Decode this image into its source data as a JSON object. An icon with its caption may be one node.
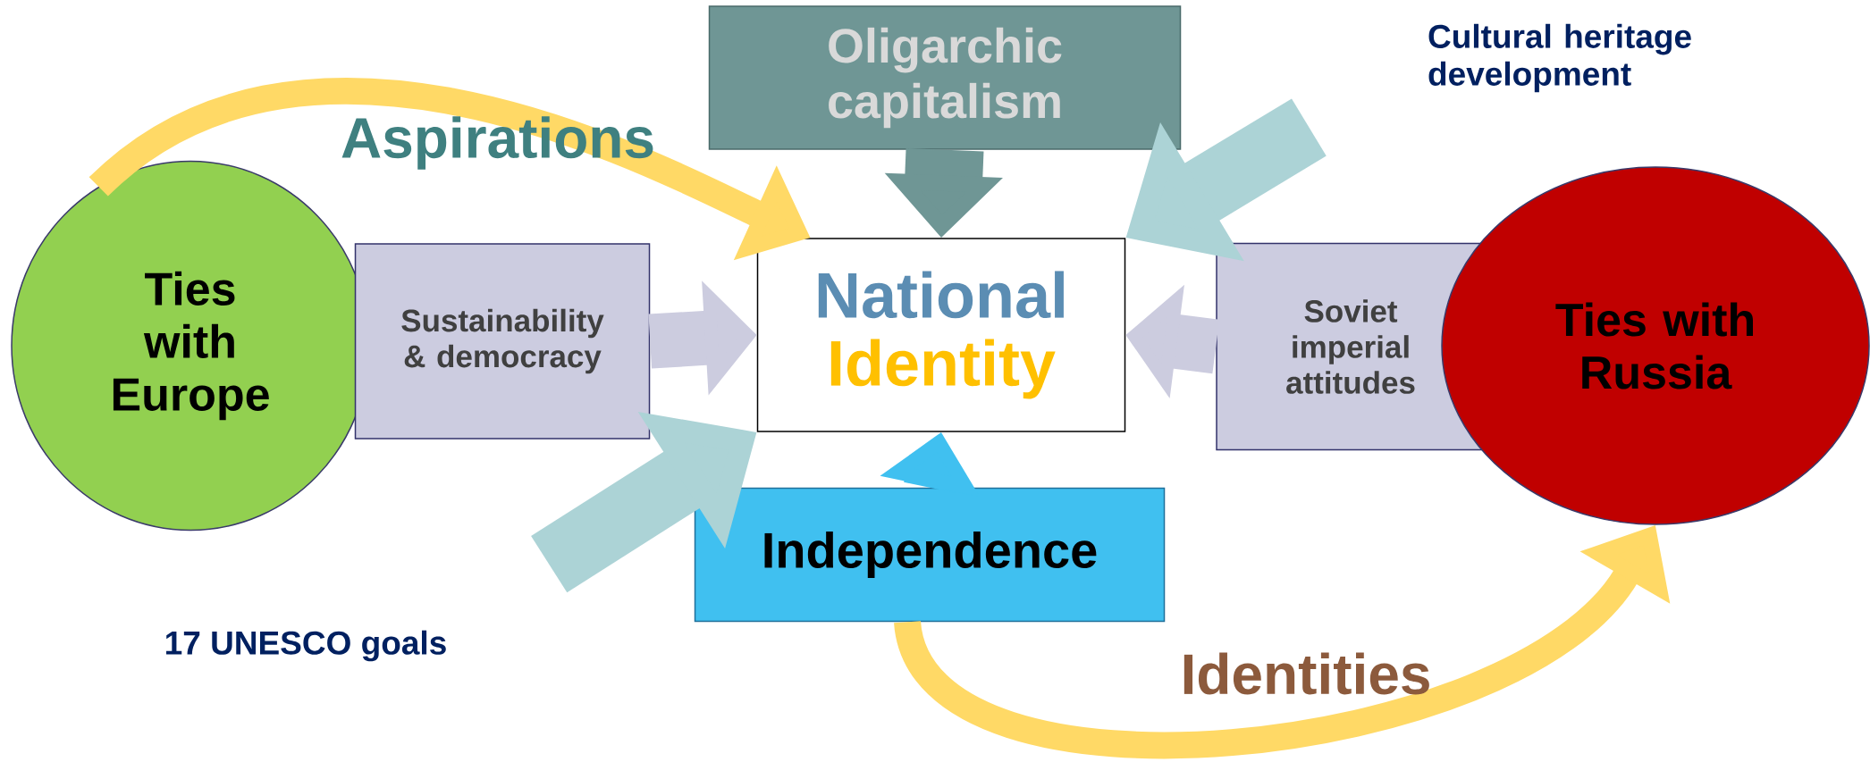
{
  "diagram": {
    "nodes": [
      {
        "text": [
          "Ties with Europe"
        ]
      },
      {
        "text": [
          "Sustainability & democracy"
        ]
      },
      {
        "text": [
          "National",
          "Identity"
        ]
      },
      {
        "text": [
          "Oligarchic capitalism"
        ]
      },
      {
        "text": [
          "Cultural heritage development"
        ]
      },
      {
        "text": [
          "Soviet imperial attitudes"
        ]
      },
      {
        "text": [
          "Ties with Russia"
        ]
      },
      {
        "text": [
          "Independence"
        ]
      },
      {
        "text": [
          "17 UNESCO goals"
        ]
      }
    ],
    "edges": [
      {
        "from": 0,
        "to": 2,
        "arrow": "to",
        "label": "Aspirations",
        "color": "#ffd966"
      },
      {
        "from": 1,
        "to": 2,
        "arrow": "to",
        "color": "#ccccdf"
      },
      {
        "from": 3,
        "to": 2,
        "arrow": "to",
        "color": "#6f9695"
      },
      {
        "from": 4,
        "to": 2,
        "arrow": "to",
        "color": "#acd3d6"
      },
      {
        "from": 5,
        "to": 2,
        "arrow": "to",
        "color": "#ccccdf"
      },
      {
        "from": 7,
        "to": 2,
        "arrow": "to",
        "color": "#40c0f0"
      },
      {
        "from": 8,
        "to": 2,
        "arrow": "to",
        "color": "#acd3d6"
      },
      {
        "from": 7,
        "to": 6,
        "arrow": "to",
        "label": "Identities",
        "color": "#ffd966"
      }
    ]
  }
}
